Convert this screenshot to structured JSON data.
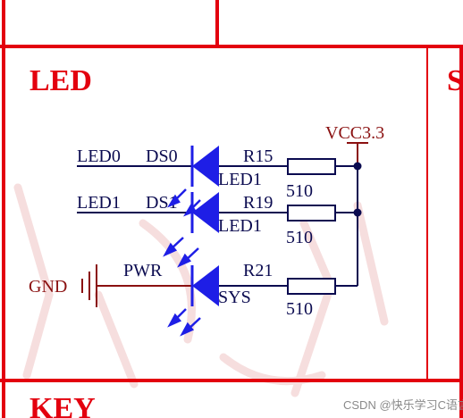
{
  "sections": {
    "led_title": "LED",
    "key_title": "KEY",
    "right_title_partial": "S"
  },
  "power": {
    "vcc_label": "VCC3.3",
    "gnd_label": "GND"
  },
  "rows": [
    {
      "net": "LED0",
      "designator": "DS0",
      "led_value": "LED1",
      "resistor": "R15",
      "res_value": "510"
    },
    {
      "net": "LED1",
      "designator": "DS1",
      "led_value": "LED1",
      "resistor": "R19",
      "res_value": "510"
    },
    {
      "net": "PWR",
      "designator": "",
      "led_value": "SYS",
      "resistor": "R21",
      "res_value": "510"
    }
  ],
  "watermark": {
    "text": "CSDN @快乐学习C语言"
  },
  "colors": {
    "border": "#e3000e",
    "wire": "#0b0b50",
    "led_fill": "#1e1ee6",
    "power": "#8a1010",
    "junction": "#0b0b50"
  }
}
